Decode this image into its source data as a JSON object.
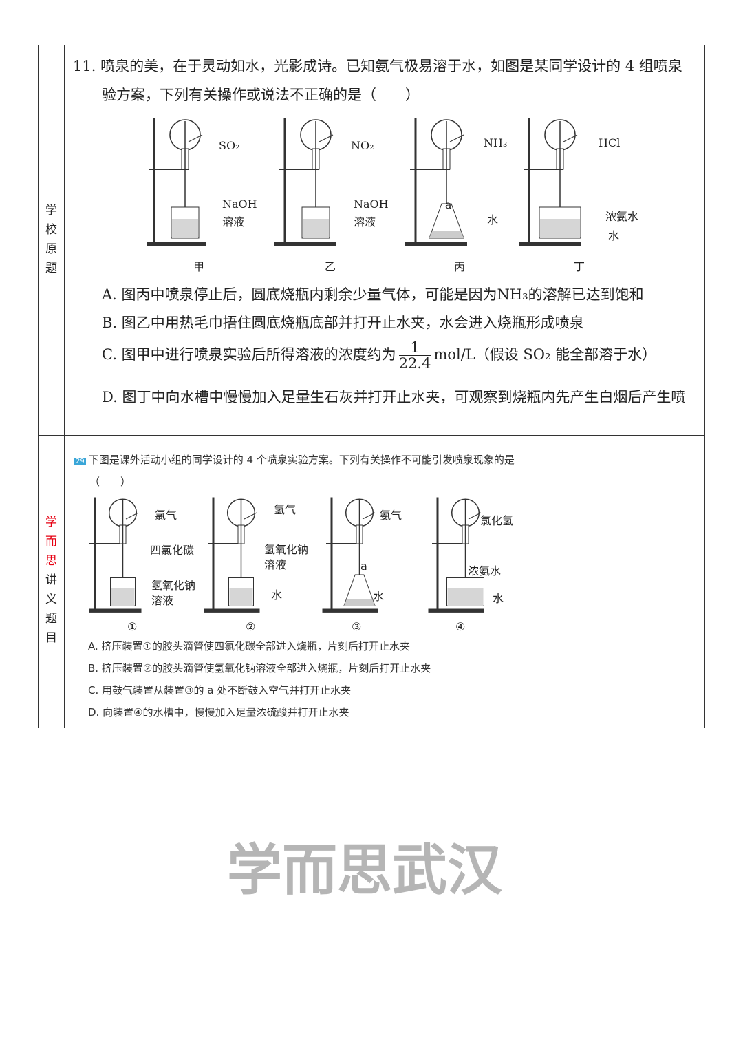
{
  "side": {
    "top": [
      "学",
      "校",
      "原",
      "题"
    ],
    "bottom": [
      "学",
      "而",
      "思",
      "讲",
      "义",
      "题",
      "目"
    ],
    "accent": "#e60012"
  },
  "q11": {
    "line1": "11. 喷泉的美，在于灵动如水，光影成诗。已知氨气极易溶于水，如图是某同学设计的 4 组喷泉",
    "line2": "验方案，下列有关操作或说法不正确的是（　　）",
    "apparatus": [
      {
        "gas": "SO₂",
        "liquid": "NaOH",
        "liquid2": "溶液",
        "caption": "甲"
      },
      {
        "gas": "NO₂",
        "liquid": "NaOH",
        "liquid2": "溶液",
        "caption": "乙"
      },
      {
        "gas": "NH₃",
        "liquid": "水",
        "point": "a",
        "caption": "丙"
      },
      {
        "gas": "HCl",
        "liquid": "浓氨水",
        "liquid2": "水",
        "caption": "丁"
      }
    ],
    "optA": "A. 图丙中喷泉停止后，圆底烧瓶内剩余少量气体，可能是因为NH₃的溶解已达到饱和",
    "optB": "B. 图乙中用热毛巾捂住圆底烧瓶底部并打开止水夹，水会进入烧瓶形成喷泉",
    "optC_pre": "C. 图甲中进行喷泉实验后所得溶液的浓度约为",
    "optC_num": "1",
    "optC_den": "22.4",
    "optC_post": "mol/L（假设 SO₂ 能全部溶于水）",
    "optD": "D. 图丁中向水槽中慢慢加入足量生石灰并打开止水夹，可观察到烧瓶内先产生白烟后产生喷"
  },
  "q29": {
    "number": "29",
    "stem": "下图是课外活动小组的同学设计的 4 个喷泉实验方案。下列有关操作不可能引发喷泉现象的是",
    "blank": "（　　）",
    "apparatus": [
      {
        "gas": "氯气",
        "l1": "四氯化碳",
        "l2": "氢氧化钠",
        "l3": "溶液",
        "caption": "①"
      },
      {
        "gas": "氢气",
        "l1": "氢氧化钠",
        "l2": "溶液",
        "l3": "水",
        "caption": "②"
      },
      {
        "gas": "氨气",
        "l1": "a",
        "l2": "水",
        "caption": "③"
      },
      {
        "gas": "氯化氢",
        "l1": "浓氨水",
        "l2": "水",
        "caption": "④"
      }
    ],
    "optA": "A. 挤压装置①的胶头滴管使四氯化碳全部进入烧瓶，片刻后打开止水夹",
    "optB": "B. 挤压装置②的胶头滴管使氢氧化钠溶液全部进入烧瓶，片刻后打开止水夹",
    "optC": "C. 用鼓气装置从装置③的 a 处不断鼓入空气并打开止水夹",
    "optD": "D. 向装置④的水槽中，慢慢加入足量浓硫酸并打开止水夹"
  },
  "watermark": "学而思武汉"
}
